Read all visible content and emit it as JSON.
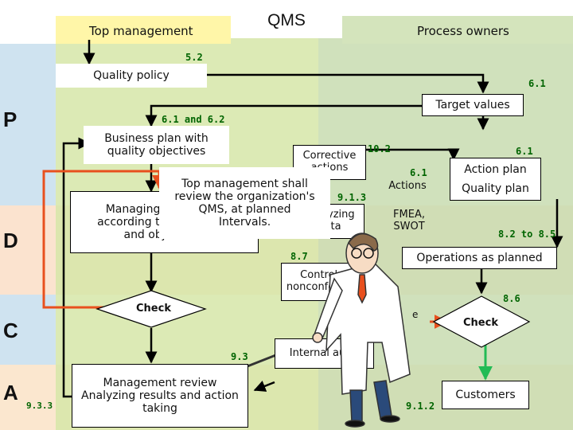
{
  "header": {
    "top_management": "Top management",
    "qms": "QMS",
    "process_owners": "Process owners"
  },
  "phases": {
    "p": "P",
    "d": "D",
    "c": "C",
    "a": "A"
  },
  "clause_refs": {
    "quality_policy": "5.2",
    "target_values": "6.1",
    "business_plan": "6.1 and 6.2",
    "corrective_actions": "10.2",
    "actions": "6.1",
    "analyzing_data": "9.1.3",
    "action_plan": "6.1",
    "operations": "8.2 to 8.5",
    "control_nonconforming": "8.7",
    "check_right": "8.6",
    "management_review": "9.3",
    "internal_audit": "9.1.2",
    "phase_a": "9.3.3"
  },
  "boxes": {
    "quality_policy": "Quality policy",
    "target_values": "Target values",
    "business_plan": [
      "Business plan with",
      "quality objectives"
    ],
    "managing": [
      "Managing operations",
      "according to the targets",
      "and objectives"
    ],
    "corrective_actions": [
      "Corrective",
      "actions"
    ],
    "analyzing_data": [
      "Analyzing",
      "data"
    ],
    "actions": "Actions",
    "fmea_swot": [
      "FMEA,",
      "SWOT"
    ],
    "action_plan": "Action plan",
    "quality_plan": "Quality plan",
    "operations_as_planned": "Operations as planned",
    "control_nonconforming": [
      "Control of",
      "nonconforming"
    ],
    "check_left": "Check",
    "check_right": "Check",
    "management_review": [
      "Management review",
      "Analyzing results and action",
      "taking"
    ],
    "internal_audit": "Internal audit",
    "customers": "Customers",
    "right_fragment": "e"
  },
  "callout": [
    "Top management shall",
    "review the organization's",
    "QMS, at planned",
    "Intervals."
  ],
  "colors": {
    "top_band": "#fff6a8",
    "left_column": "#cfe3f0",
    "middle_column": "#d6e6a8",
    "right_column": "#c8dcb0",
    "row_do": "#fbe3cf",
    "row_act": "#fbe7cf",
    "clause_green": "#006400",
    "feedback_red": "#e8501e",
    "arrow_green": "#22bb55"
  },
  "icons": {
    "presenter": "teacher-figure-with-pointer"
  }
}
